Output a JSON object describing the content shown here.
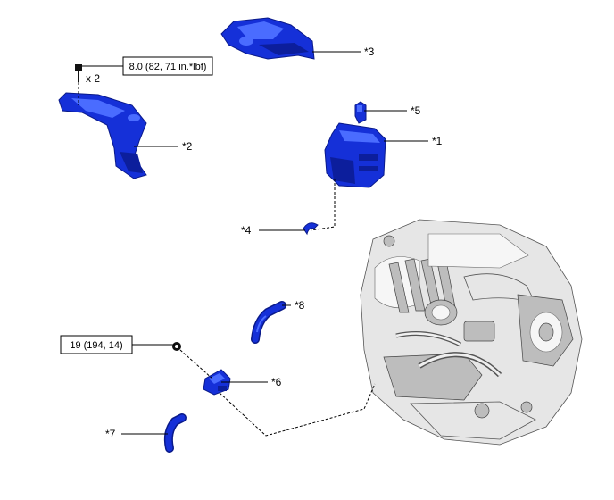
{
  "callouts": {
    "c1": "*1",
    "c2": "*2",
    "c3": "*3",
    "c4": "*4",
    "c5": "*5",
    "c6": "*6",
    "c7": "*7",
    "c8": "*8"
  },
  "torque": {
    "bolt_top": "8.0 (82, 71 in.*lbf)",
    "bolt_bottom": "19 (194, 14)"
  },
  "quantity": {
    "bolt_top_qty": "x 2"
  },
  "colors": {
    "part_blue": "#1530d8",
    "engine_gray": "#e6e6e6"
  }
}
